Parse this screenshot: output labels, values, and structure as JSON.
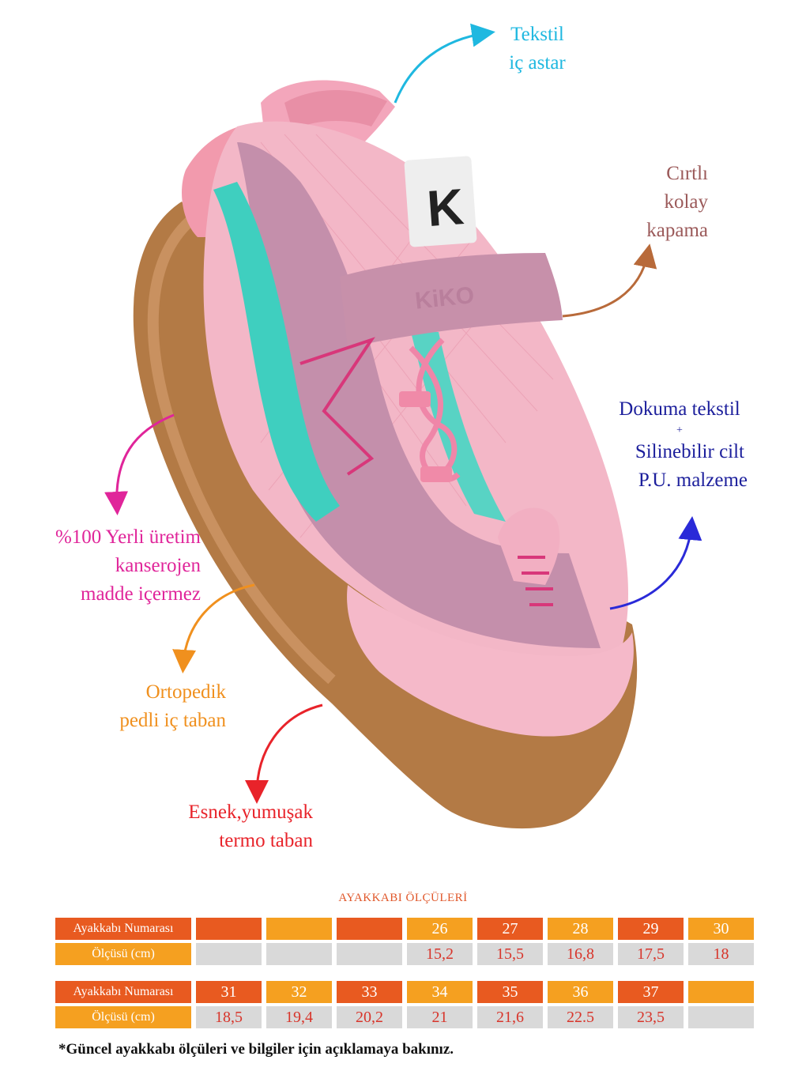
{
  "colors": {
    "cyan": "#1fb8e0",
    "brown": "#9b5a5a",
    "navy": "#1c1f9c",
    "blue_arrow": "#2a2ad8",
    "magenta": "#e0259a",
    "orange": "#f0901e",
    "red": "#e8232a",
    "table_orange_dark": "#e85a20",
    "table_orange_light": "#f5a020",
    "table_gray": "#d9d9d9",
    "table_text": "#d8352b"
  },
  "callouts": {
    "lining": {
      "line1": "Tekstil",
      "line2": "iç astar"
    },
    "closure": {
      "line1": "Cırtlı",
      "line2": "kolay",
      "line3": "kapama"
    },
    "material": {
      "line1": "Dokuma tekstil",
      "plus": "+",
      "line2": "Silinebilir cilt",
      "line3": "P.U. malzeme"
    },
    "local": {
      "line1": "%100 Yerli üretim",
      "line2": "kanserojen",
      "line3": "madde içermez"
    },
    "insole": {
      "line1": "Ortopedik",
      "line2": "pedli iç taban"
    },
    "sole": {
      "line1": "Esnek,yumuşak",
      "line2": "termo taban"
    }
  },
  "shoe": {
    "brand_text": "KiKO",
    "logo_letter": "K"
  },
  "size_table": {
    "title": "AYAKKABI ÖLÇÜLERİ",
    "size_label": "Ayakkabı Numarası",
    "measure_label": "Ölçüsü (cm)",
    "block1": {
      "sizes": [
        "",
        "",
        "",
        "26",
        "27",
        "28",
        "29",
        "30"
      ],
      "measures": [
        "",
        "",
        "",
        "15,2",
        "15,5",
        "16,8",
        "17,5",
        "18"
      ]
    },
    "block2": {
      "sizes": [
        "31",
        "32",
        "33",
        "34",
        "35",
        "36",
        "37",
        ""
      ],
      "measures": [
        "18,5",
        "19,4",
        "20,2",
        "21",
        "21,6",
        "22.5",
        "23,5",
        ""
      ]
    }
  },
  "footnote": "*Güncel ayakkabı ölçüleri ve bilgiler için açıklamaya bakınız."
}
